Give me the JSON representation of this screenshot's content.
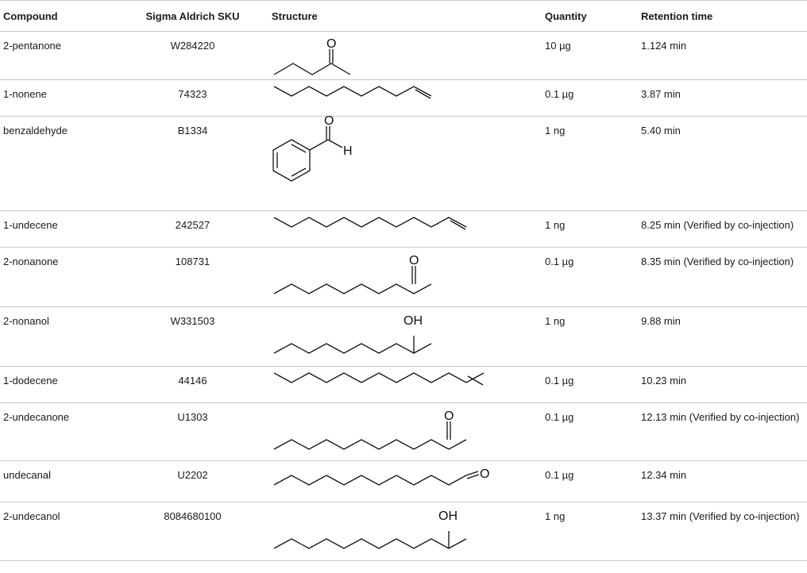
{
  "headers": {
    "compound": "Compound",
    "sku": "Sigma Aldrich SKU",
    "structure": "Structure",
    "quantity": "Quantity",
    "retention": "Retention time"
  },
  "rows": [
    {
      "compound": "2-pentanone",
      "sku": "W284220",
      "quantity": "10 µg",
      "retention": "1.124 min",
      "structure": "pentan-2-one",
      "atom_labels": [
        "O"
      ]
    },
    {
      "compound": "1-nonene",
      "sku": "74323",
      "quantity": "0.1 µg",
      "retention": "3.87 min",
      "structure": "non-1-ene",
      "atom_labels": []
    },
    {
      "compound": "benzaldehyde",
      "sku": "B1334",
      "quantity": "1 ng",
      "retention": "5.40 min",
      "structure": "benzaldehyde",
      "atom_labels": [
        "O",
        "H"
      ]
    },
    {
      "compound": "1-undecene",
      "sku": "242527",
      "quantity": "1 ng",
      "retention": "8.25 min (Verified by co-injection)",
      "structure": "undec-1-ene",
      "atom_labels": []
    },
    {
      "compound": "2-nonanone",
      "sku": "108731",
      "quantity": "0.1 µg",
      "retention": "8.35 min (Verified by co-injection)",
      "structure": "nonan-2-one",
      "atom_labels": [
        "O"
      ]
    },
    {
      "compound": "2-nonanol",
      "sku": "W331503",
      "quantity": "1 ng",
      "retention": "9.88 min",
      "structure": "nonan-2-ol",
      "atom_labels": [
        "OH"
      ]
    },
    {
      "compound": "1-dodecene",
      "sku": "44146",
      "quantity": "0.1 µg",
      "retention": "10.23 min",
      "structure": "dodec-1-ene",
      "atom_labels": []
    },
    {
      "compound": "2-undecanone",
      "sku": "U1303",
      "quantity": "0.1 µg",
      "retention": "12.13 min (Verified by co-injection)",
      "structure": "undecan-2-one",
      "atom_labels": [
        "O"
      ]
    },
    {
      "compound": "undecanal",
      "sku": "U2202",
      "quantity": "0.1 µg",
      "retention": "12.34 min",
      "structure": "undecanal",
      "atom_labels": [
        "O"
      ]
    },
    {
      "compound": "2-undecanol",
      "sku": "8084680100",
      "quantity": "1 ng",
      "retention": "13.37 min (Verified by co-injection)",
      "structure": "undecan-2-ol",
      "atom_labels": [
        "OH"
      ]
    }
  ]
}
